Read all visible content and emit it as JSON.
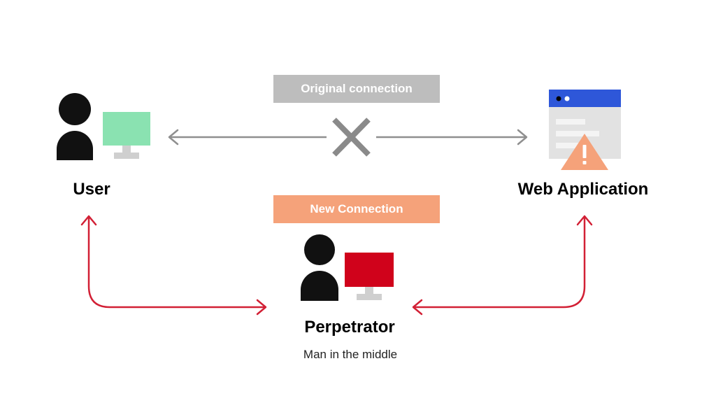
{
  "diagram": {
    "colors": {
      "person": "#111111",
      "user_monitor": "#8ae2b1",
      "perpetrator_monitor": "#d0021b",
      "monitor_stand": "#cfcfcf",
      "gray_line": "#8f8f8f",
      "cross": "#8a8a8a",
      "red_line": "#d22035",
      "original_tag": "#bdbdbd",
      "new_tag": "#f5a27a",
      "browser_bar": "#2e57d9",
      "browser_body": "#e2e2e2",
      "browser_lines": "#f4f4f4",
      "warning": "#f5a27a"
    },
    "nodes": {
      "user": {
        "label": "User",
        "icon": "person-with-monitor-icon"
      },
      "web_app": {
        "label": "Web Application",
        "icon": "browser-window-warning-icon"
      },
      "perpetrator": {
        "label": "Perpetrator",
        "subtitle": "Man in the middle",
        "icon": "person-with-monitor-icon"
      }
    },
    "edges": {
      "original": {
        "label": "Original connection",
        "state": "broken",
        "icon": "cross-icon"
      },
      "new": {
        "label": "New Connection"
      }
    }
  }
}
